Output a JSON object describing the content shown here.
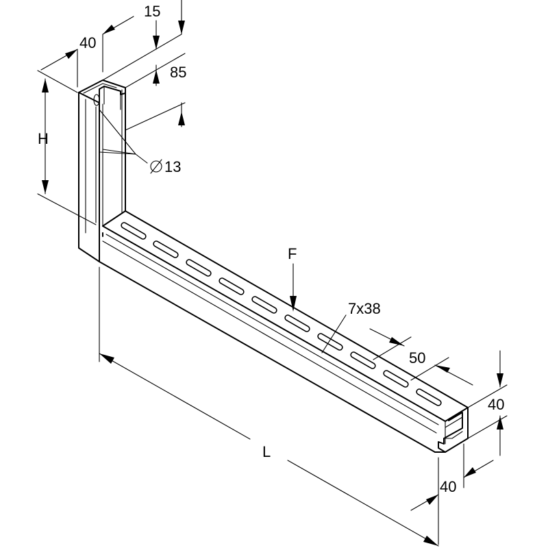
{
  "dimensions": {
    "top_width": "15",
    "side_width": "40",
    "upper_offset": "85",
    "height": "H",
    "hole": "13",
    "load": "F",
    "slot": "7x38",
    "slot_pitch": "50",
    "profile_height": "40",
    "profile_width": "40",
    "length": "L"
  },
  "icons": {
    "diameter": "diameter-symbol-icon"
  }
}
